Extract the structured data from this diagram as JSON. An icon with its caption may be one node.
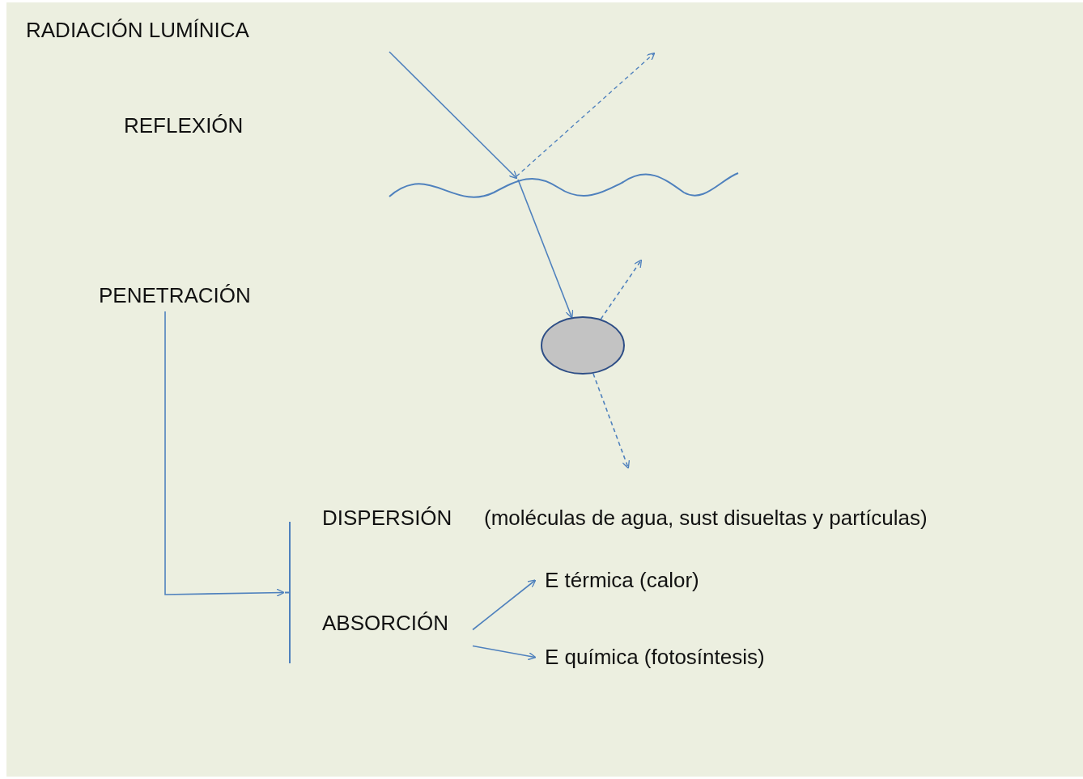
{
  "diagram": {
    "title": "RADIACIÓN LUMÍNICA",
    "nodes": [
      {
        "text": [
          "REFLEXIÓN"
        ]
      },
      {
        "text": [
          "PENETRACIÓN"
        ]
      },
      {
        "text": [
          "DISPERSIÓN"
        ],
        "beside": [
          "(moléculas de agua, sust disueltas y partículas)"
        ]
      },
      {
        "text": [
          "ABSORCIÓN"
        ]
      },
      {
        "text": [
          "E térmica (calor)"
        ]
      },
      {
        "text": [
          "E química (fotosíntesis)"
        ]
      },
      {
        "text": [],
        "shape": "circle"
      },
      {
        "text": [],
        "shape": "bracket"
      }
    ],
    "edges": [
      {
        "from": 1,
        "to": 7,
        "arrow": "to"
      },
      {
        "from": 3,
        "to": 4,
        "arrow": "to"
      },
      {
        "from": 3,
        "to": 5,
        "arrow": "to"
      },
      {
        "from": null,
        "to": 6,
        "arrow": "to"
      },
      {
        "from": 6,
        "to": null,
        "arrow": "to",
        "style": "dashed"
      },
      {
        "from": 6,
        "to": null,
        "arrow": "to",
        "style": "dashed"
      }
    ]
  }
}
